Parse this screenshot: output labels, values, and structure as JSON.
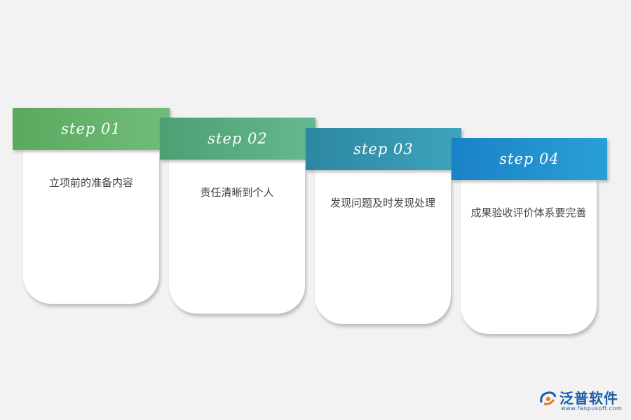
{
  "steps": [
    {
      "label": "step 01",
      "text": "立项前的准备内容",
      "color": "#66b46d"
    },
    {
      "label": "step 02",
      "text": "责任清晰到个人",
      "color": "#59ad82"
    },
    {
      "label": "step 03",
      "text": "发现问题及时发现处理",
      "color": "#3596b0"
    },
    {
      "label": "step 04",
      "text": "成果验收评价体系要完善",
      "color": "#2191cf"
    }
  ],
  "logo": {
    "name": "泛普软件",
    "url": "www.fanpusoft.com"
  }
}
